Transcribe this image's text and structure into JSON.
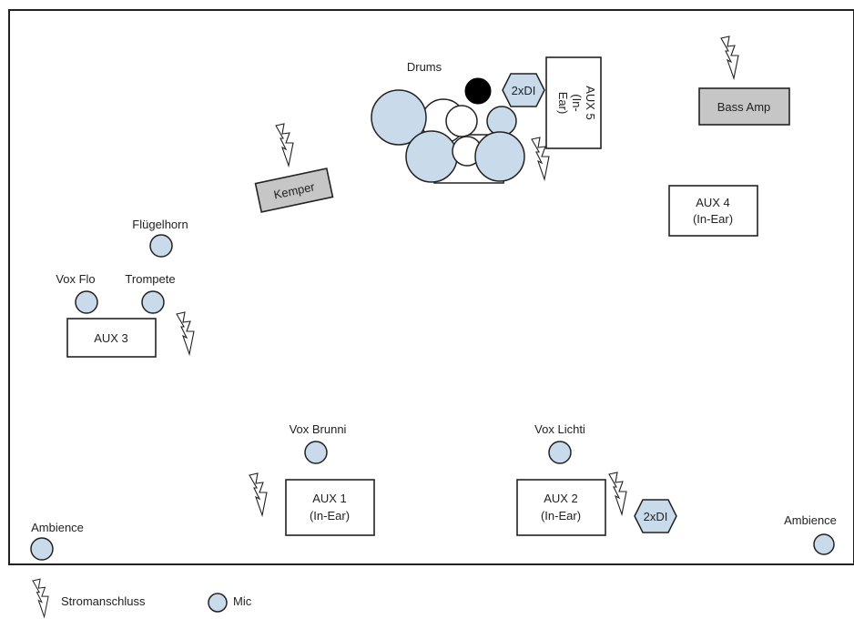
{
  "stage": {
    "drums_label": "Drums",
    "kemper_label": "Kemper",
    "bass_amp_label": "Bass Amp",
    "di_top_label": "2xDI",
    "di_bottom_label": "2xDI",
    "aux5": {
      "line1": "AUX 5",
      "line2": "(In-",
      "line3": "Ear)"
    },
    "aux4": {
      "line1": "AUX 4",
      "line2": "(In-Ear)"
    },
    "aux3": {
      "line1": "AUX 3"
    },
    "aux1": {
      "line1": "AUX 1",
      "line2": "(In-Ear)"
    },
    "aux2": {
      "line1": "AUX 2",
      "line2": "(In-Ear)"
    },
    "mics": {
      "fluegelhorn": "Flügelhorn",
      "vox_flo": "Vox Flo",
      "trompete": "Trompete",
      "vox_brunni": "Vox Brunni",
      "vox_lichti": "Vox Lichti",
      "ambience_left": "Ambience",
      "ambience_right": "Ambience"
    }
  },
  "legend": {
    "power_label": "Stromanschluss",
    "mic_label": "Mic",
    "power_icon": "lightning-bolt-icon",
    "mic_icon": "circle-mic-icon"
  },
  "colors": {
    "mic_fill": "#c9daea",
    "amp_fill": "#c6c6c6",
    "outline": "#222222"
  }
}
